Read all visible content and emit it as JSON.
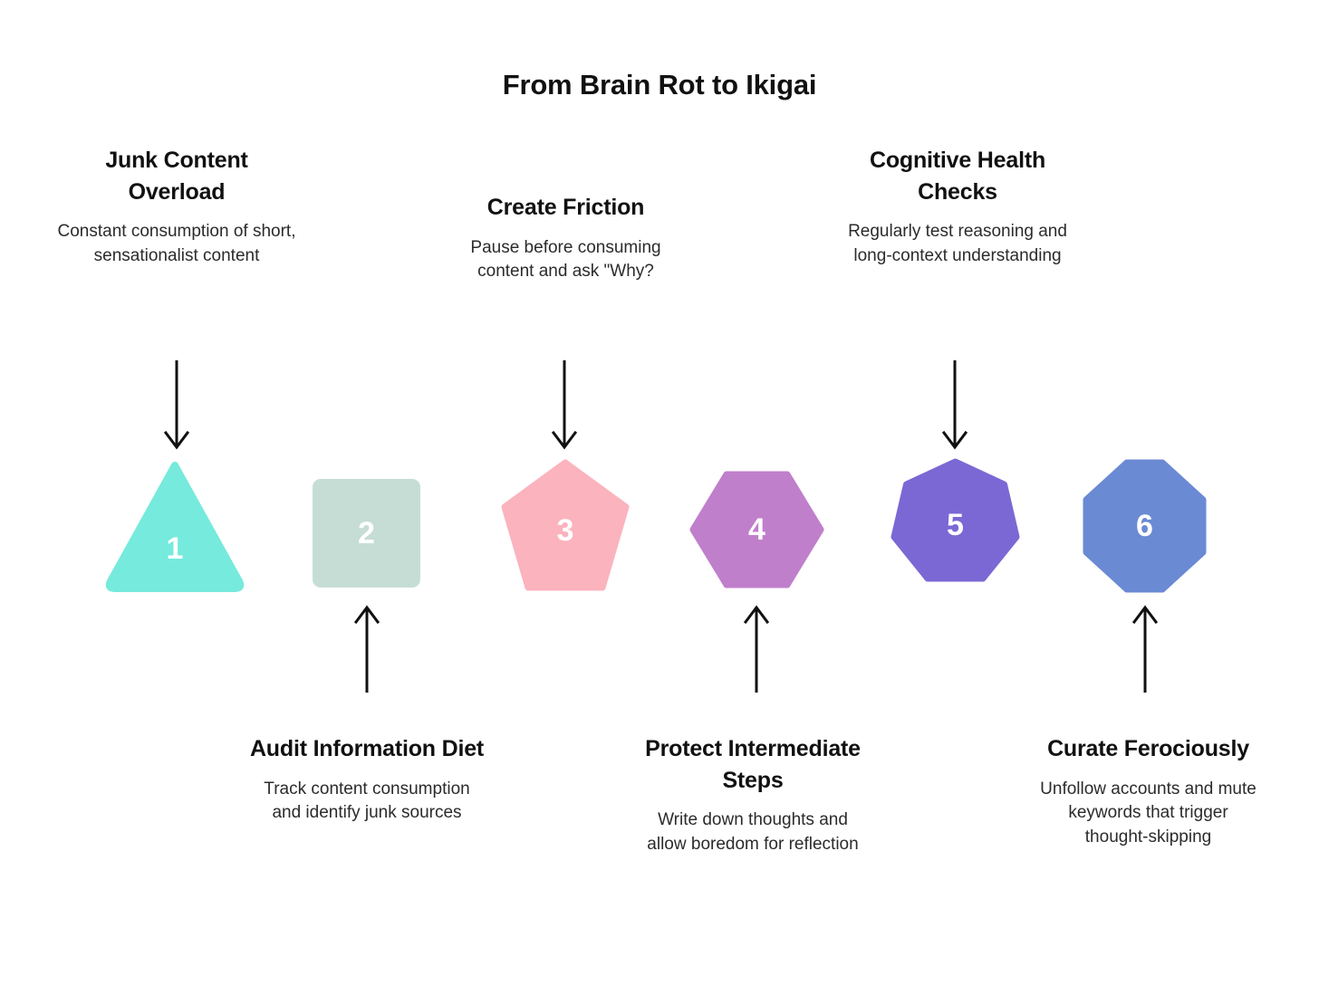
{
  "title": "From Brain Rot to Ikigai",
  "steps": [
    {
      "number": "1",
      "title": "Junk Content Overload",
      "description": "Constant consumption of short, sensationalist content",
      "shape": "triangle",
      "color": "#76EADC",
      "label_position": "top",
      "arrow_direction": "down"
    },
    {
      "number": "2",
      "title": "Audit Information Diet",
      "description": "Track content consumption and identify junk sources",
      "shape": "square",
      "color": "#C6DDD6",
      "label_position": "bottom",
      "arrow_direction": "up"
    },
    {
      "number": "3",
      "title": "Create Friction",
      "description": "Pause before consuming content and ask \"Why?",
      "shape": "pentagon",
      "color": "#FBB3BE",
      "label_position": "top",
      "arrow_direction": "down"
    },
    {
      "number": "4",
      "title": "Protect Intermediate Steps",
      "description": "Write down thoughts and allow boredom for reflection",
      "shape": "hexagon",
      "color": "#C07FCB",
      "label_position": "bottom",
      "arrow_direction": "up"
    },
    {
      "number": "5",
      "title": "Cognitive Health Checks",
      "description": "Regularly test reasoning and long-context understanding",
      "shape": "heptagon",
      "color": "#7B68D4",
      "label_position": "top",
      "arrow_direction": "down"
    },
    {
      "number": "6",
      "title": "Curate Ferociously",
      "description": "Unfollow accounts and mute keywords that trigger thought-skipping",
      "shape": "octagon",
      "color": "#6B8AD4",
      "label_position": "bottom",
      "arrow_direction": "up"
    }
  ],
  "colors": {
    "background": "#FFFFFF",
    "text": "#111111",
    "arrow": "#111111"
  }
}
